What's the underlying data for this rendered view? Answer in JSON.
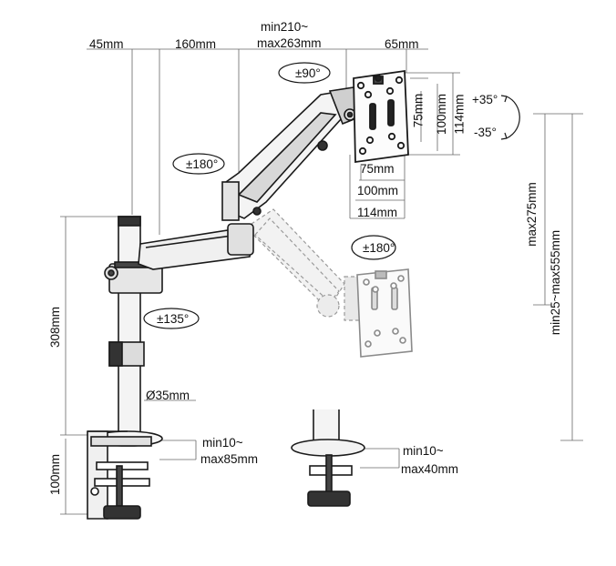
{
  "dimensions": {
    "base_offset": "45mm",
    "arm_1": "160mm",
    "arm_2_line1": "min210~",
    "arm_2_line2": "max263mm",
    "head_depth": "65mm",
    "pole_height": "308mm",
    "clamp_height": "100mm",
    "pole_diameter": "Ø35mm",
    "clamp_range_line1": "min10~",
    "clamp_range_line2": "max85mm",
    "grommet_range_line1": "min10~",
    "grommet_range_line2": "max40mm",
    "vesa_75": "75mm",
    "vesa_100": "100mm",
    "vesa_114": "114mm",
    "vesa_75_v": "75mm",
    "vesa_100_v": "100mm",
    "vesa_114_v": "114mm",
    "height_adjust": "max275mm",
    "height_range": "min25~max555mm"
  },
  "rotations": {
    "head_swivel": "±90°",
    "arm_swivel": "±180°",
    "base_swivel": "±135°",
    "panel_rotate": "±180°",
    "tilt_up": "+35°",
    "tilt_down": "-35°"
  },
  "colors": {
    "line": "#1a1a1a",
    "dim_line": "#555555",
    "ghost": "#9a9a9a"
  }
}
